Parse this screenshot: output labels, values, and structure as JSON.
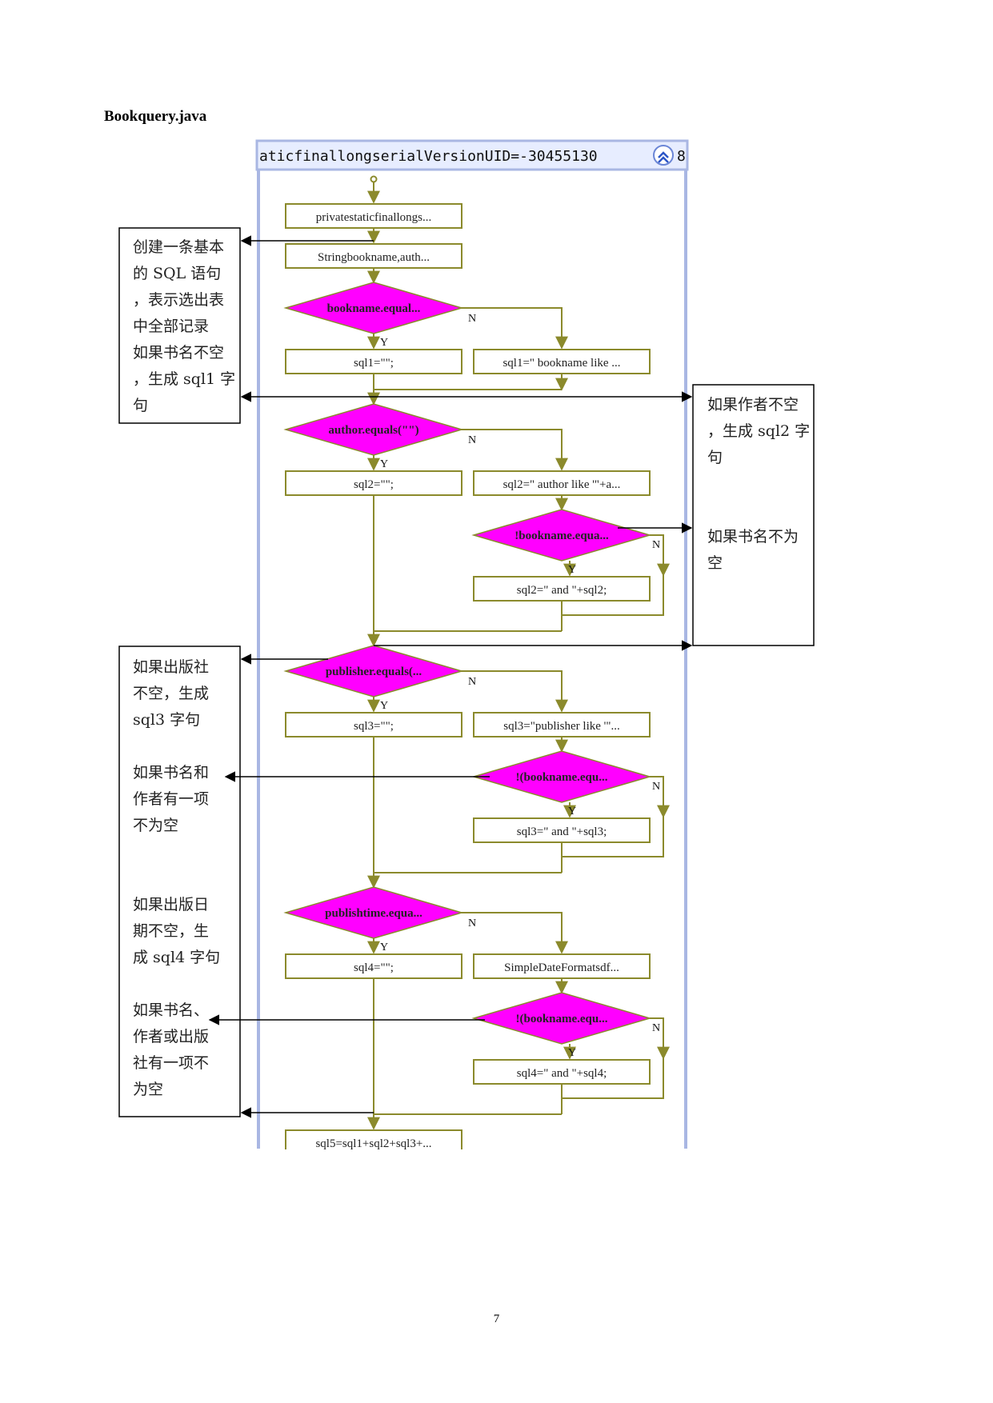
{
  "document": {
    "title": "Bookquery.java",
    "page_number": "7"
  },
  "panel": {
    "header_text": "aticfinallongserialVersionUID=-30455130",
    "header_overflow": "8",
    "scroll_icon": "double-chevron-up-icon"
  },
  "colors": {
    "decision_fill": "#ff00ff",
    "node_border": "#8b8a2c",
    "flow_line": "#8b8a2c",
    "panel_border": "#a9b7e3",
    "annotation_arrow": "#000000"
  },
  "flowchart": {
    "nodes": {
      "n1": "privatestaticfinallongs...",
      "n2": "Stringbookname,auth...",
      "d1": "bookname.equal...",
      "n3": "sql1=\"\";",
      "n4": "sql1=\" bookname like ...",
      "d2": "author.equals(\"\")",
      "n5": "sql2=\"\";",
      "n6": "sql2=\" author like '\"+a...",
      "d3": "!bookname.equa...",
      "n7": "sql2=\" and \"+sql2;",
      "d4": "publisher.equals(...",
      "n8": "sql3=\"\";",
      "n9": "sql3=\"publisher like '\"...",
      "d5": "!(bookname.equ...",
      "n10": "sql3=\" and \"+sql3;",
      "d6": "publishtime.equa...",
      "n11": "sql4=\"\";",
      "n12": "SimpleDateFormatsdf...",
      "d7": "!(bookname.equ...",
      "n13": "sql4=\" and \"+sql4;",
      "n14": "sql5=sql1+sql2+sql3+..."
    },
    "yes_label": "Y",
    "no_label": "N"
  },
  "annotations": {
    "left1": [
      "创建一条基本",
      "的 SQL 语句",
      "，表示选出表",
      "中全部记录",
      "如果书名不空",
      "，生成 sql1 字",
      "句"
    ],
    "right1": [
      "如果作者不空",
      "，生成 sql2 字",
      "句",
      "",
      "",
      "如果书名不为",
      "空"
    ],
    "left2": [
      "如果出版社",
      "不空，生成",
      "sql3 字句",
      "",
      "如果书名和",
      "作者有一项",
      "不为空",
      "",
      "",
      "如果出版日",
      "期不空，生",
      "成 sql4 字句",
      "",
      "如果书名、",
      "作者或出版",
      "社有一项不",
      "为空"
    ]
  }
}
